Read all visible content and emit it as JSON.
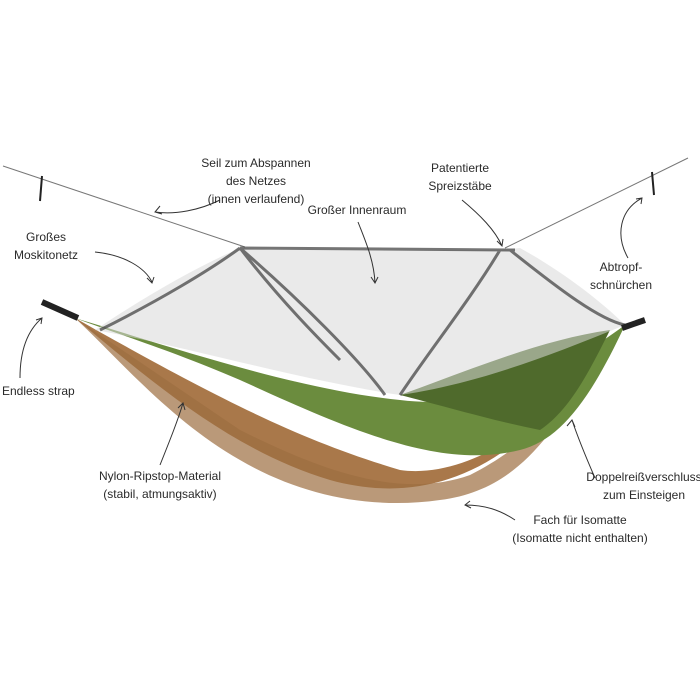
{
  "labels": {
    "rope": [
      "Seil zum Abspannen",
      "des Netzes",
      "(innen verlaufend)"
    ],
    "spreader": [
      "Patentierte",
      "Spreizstäbe"
    ],
    "interior": [
      "Großer Innenraum"
    ],
    "net": [
      "Großes",
      "Moskitonetz"
    ],
    "drip": [
      "Abtropf-",
      "schnürchen"
    ],
    "strap": [
      "Endless strap"
    ],
    "material": [
      "Nylon-Ripstop-Material",
      "(stabil, atmungsaktiv)"
    ],
    "zipper": [
      "Doppelreißverschluss",
      "zum Einsteigen"
    ],
    "pad": [
      "Fach für Isomatte",
      "(Isomatte nicht enthalten)"
    ]
  },
  "colors": {
    "green": "#6b8c3e",
    "brown": "#a9784a",
    "net": "#3a3a3a"
  }
}
